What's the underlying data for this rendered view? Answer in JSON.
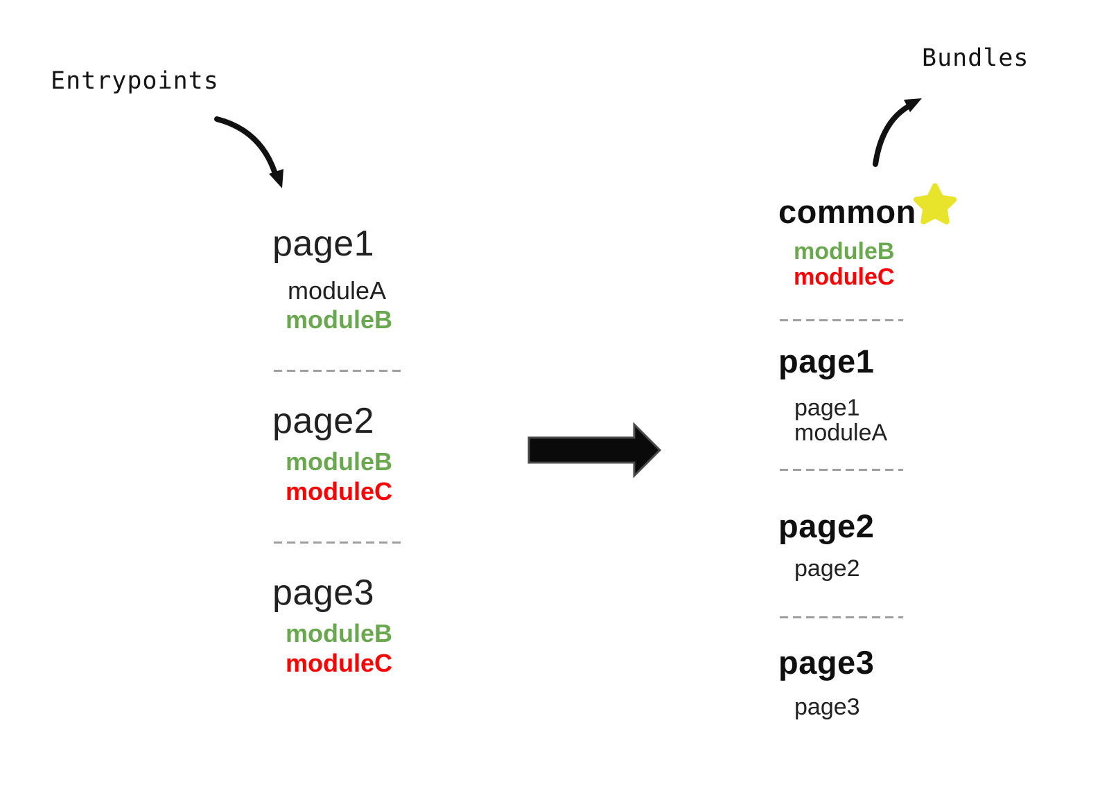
{
  "labels": {
    "entrypoints": "Entrypoints",
    "bundles": "Bundles"
  },
  "colors": {
    "green": "#6aa84f",
    "red": "#ff0000",
    "star": "#e8e32b",
    "dash": "#9e9e9e",
    "arrow": "#111111",
    "text": "#212121"
  },
  "entrypoints": [
    {
      "name": "page1",
      "modules": [
        {
          "label": "moduleA",
          "color": "#212121",
          "bold": false
        },
        {
          "label": "moduleB",
          "color": "#6aa84f",
          "bold": true
        }
      ]
    },
    {
      "name": "page2",
      "modules": [
        {
          "label": "moduleB",
          "color": "#6aa84f",
          "bold": true
        },
        {
          "label": "moduleC",
          "color": "#ff0000",
          "bold": true
        }
      ]
    },
    {
      "name": "page3",
      "modules": [
        {
          "label": "moduleB",
          "color": "#6aa84f",
          "bold": true
        },
        {
          "label": "moduleC",
          "color": "#ff0000",
          "bold": true
        }
      ]
    }
  ],
  "bundles": [
    {
      "name": "common",
      "starred": true,
      "star_color": "#e8e32b",
      "modules": [
        {
          "label": "moduleB",
          "color": "#6aa84f",
          "bold": true
        },
        {
          "label": "moduleC",
          "color": "#ff0000",
          "bold": true
        }
      ]
    },
    {
      "name": "page1",
      "modules": [
        {
          "label": "page1",
          "color": "#212121",
          "bold": false
        },
        {
          "label": "moduleA",
          "color": "#212121",
          "bold": false
        }
      ]
    },
    {
      "name": "page2",
      "modules": [
        {
          "label": "page2",
          "color": "#212121",
          "bold": false
        }
      ]
    },
    {
      "name": "page3",
      "modules": [
        {
          "label": "page3",
          "color": "#212121",
          "bold": false
        }
      ]
    }
  ]
}
